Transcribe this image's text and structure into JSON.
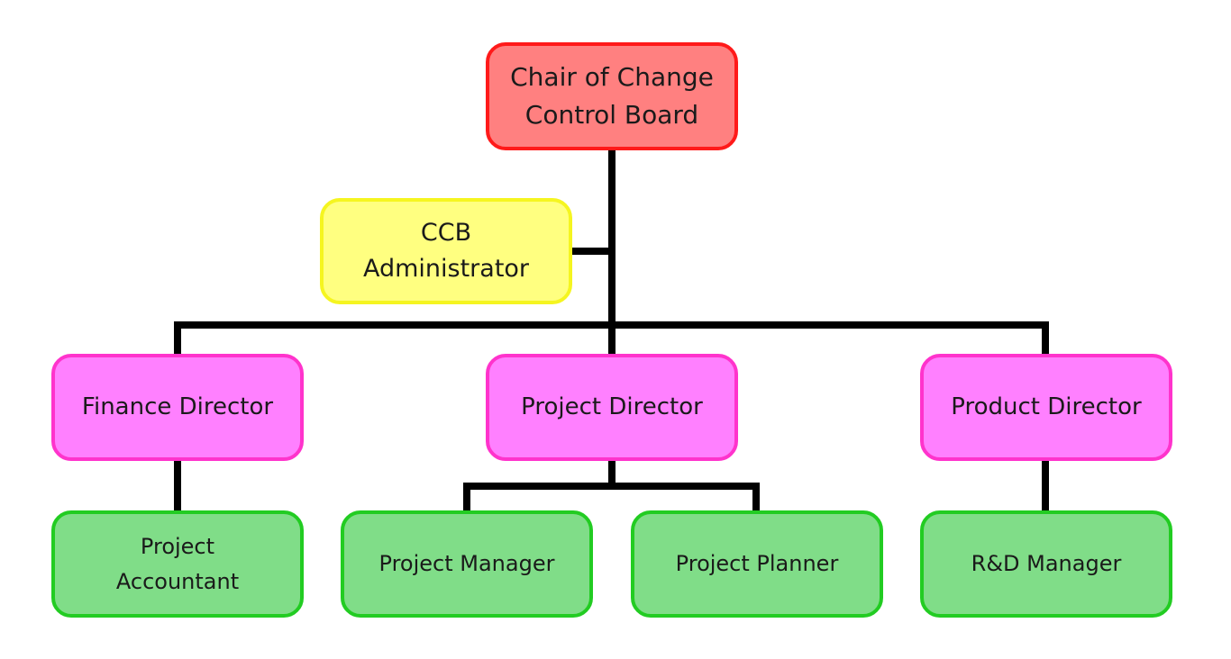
{
  "colors": {
    "chair_fill": "#ff8080",
    "chair_border": "#ff1a1a",
    "admin_fill": "#ffff80",
    "admin_border": "#f5f520",
    "director_fill": "#ff80ff",
    "director_border": "#ff33cc",
    "staff_fill": "#80dd88",
    "staff_border": "#22cc22",
    "connector": "#000000"
  },
  "nodes": {
    "chair": {
      "label": "Chair of Change\nControl Board"
    },
    "admin": {
      "label": "CCB\nAdministrator"
    },
    "finance_director": {
      "label": "Finance Director"
    },
    "project_director": {
      "label": "Project Director"
    },
    "product_director": {
      "label": "Product Director"
    },
    "project_accountant": {
      "label": "Project\nAccountant"
    },
    "project_manager": {
      "label": "Project Manager"
    },
    "project_planner": {
      "label": "Project Planner"
    },
    "rd_manager": {
      "label": "R&D Manager"
    }
  },
  "edges": [
    {
      "from": "chair",
      "to": "admin"
    },
    {
      "from": "chair",
      "to": "finance_director"
    },
    {
      "from": "chair",
      "to": "project_director"
    },
    {
      "from": "chair",
      "to": "product_director"
    },
    {
      "from": "finance_director",
      "to": "project_accountant"
    },
    {
      "from": "project_director",
      "to": "project_manager"
    },
    {
      "from": "project_director",
      "to": "project_planner"
    },
    {
      "from": "product_director",
      "to": "rd_manager"
    }
  ]
}
